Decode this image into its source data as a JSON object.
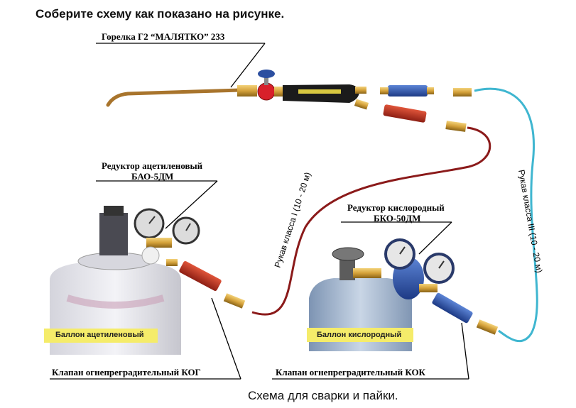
{
  "title": "Соберите схему как показано на рисунке.",
  "caption": "Схема для сварки и пайки.",
  "labels": {
    "torch": "Горелка Г2 “МАЛЯТКО” 233",
    "reducer_acetylene_line1": "Редуктор ацетиленовый",
    "reducer_acetylene_line2": "БАО-5ДМ",
    "reducer_oxygen_line1": "Редуктор кислородный",
    "reducer_oxygen_line2": "БКО-50ДМ",
    "hose_class1": "Рукав класса I (10 - 20 м)",
    "hose_class3": "Рукав класса III (10 - 20 м)",
    "cylinder_acetylene": "Баллон ацетиленовый",
    "cylinder_oxygen": "Баллон кислородный",
    "valve_kog": "Клапан огнепреградительный КОГ",
    "valve_kok": "Клапан огнепреградительный КОК"
  },
  "colors": {
    "hose_red": "#8b1a1a",
    "hose_cyan": "#3fb6d0",
    "brass": "#d4a13a",
    "acetylene_cylinder": "#e6e6ea",
    "acetylene_valve_red": "#c0302a",
    "oxygen_valve_blue": "#2c4fa0",
    "cylinder_label_bg": "#f5ec6a"
  }
}
